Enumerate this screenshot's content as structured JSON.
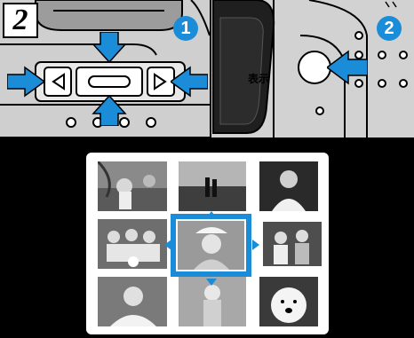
{
  "header": {
    "step_number": "2"
  },
  "callouts": {
    "first": "1",
    "second": "2"
  },
  "button_labels": {
    "display": "表示"
  },
  "colors": {
    "accent": "#1a8cd8",
    "screen_background": "#000000"
  },
  "icons": {
    "arrow_up": "up-arrow-icon",
    "arrow_down": "down-arrow-icon",
    "arrow_left": "left-arrow-icon",
    "arrow_right": "right-arrow-icon"
  },
  "thumbnails": {
    "count": 9,
    "selected_index": 4
  }
}
